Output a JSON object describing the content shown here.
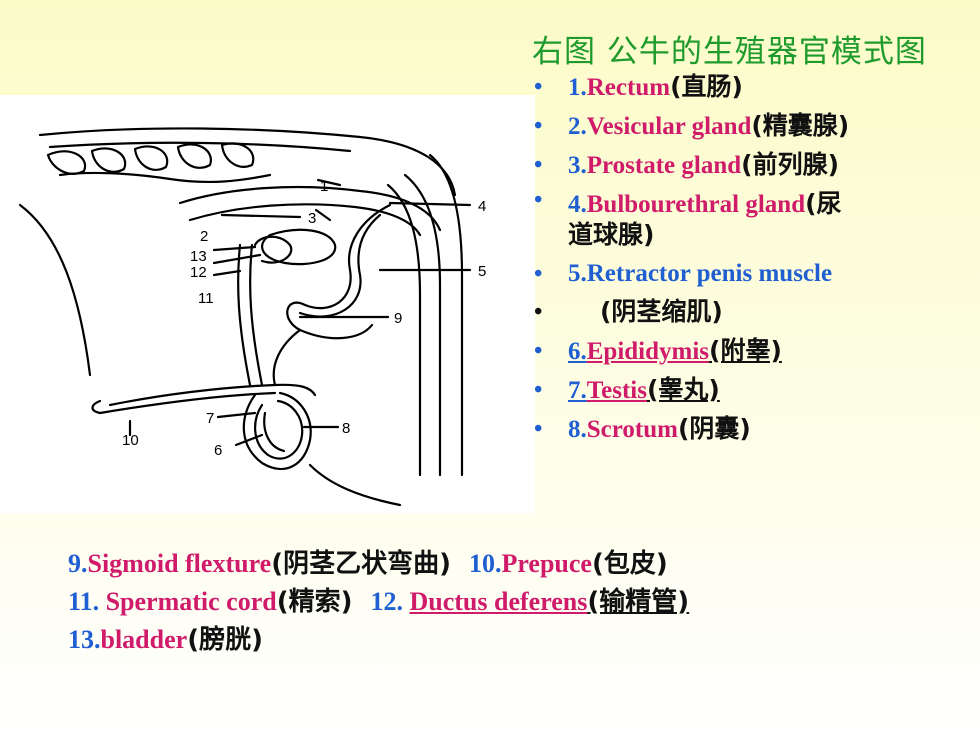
{
  "title": "右图 公牛的生殖器官模式图",
  "list": [
    {
      "num": "1.",
      "en": "Rectum",
      "cn": "(直肠)"
    },
    {
      "num": "2.",
      "en": "Vesicular gland",
      "cn": "(精囊腺)"
    },
    {
      "num": "3.",
      "en": "Prostate gland",
      "cn": "(前列腺)"
    },
    {
      "num": "4.",
      "en": "Bulbourethral gland",
      "cn": "(尿",
      "cn2": "道球腺)"
    },
    {
      "num": "5.",
      "en": "Retractor penis muscle"
    },
    {
      "cn": "(阴茎缩肌)"
    },
    {
      "num": "6.",
      "en": "Epididymis",
      "cn": "(附睾)"
    },
    {
      "num": "7.",
      "en": "Testis",
      "cn": "(睾丸)"
    },
    {
      "num": "8.",
      "en": "Scrotum",
      "cn": "(阴囊)"
    }
  ],
  "bottom": {
    "row1": [
      {
        "num": "9.",
        "en": "Sigmoid flexture",
        "cn": "(阴茎乙状弯曲)"
      },
      {
        "num": "10.",
        "en": "Prepuce",
        "cn": "(包皮)"
      }
    ],
    "row2": [
      {
        "num": "11. ",
        "en": "Spermatic cord",
        "cn": "(精索)"
      },
      {
        "num": "12. ",
        "en": "Ductus deferens",
        "cn": "(输精管)"
      }
    ],
    "row3": [
      {
        "num": "13.",
        "en": "bladder",
        "cn": "(膀胱)"
      }
    ]
  },
  "diagram_labels": [
    "1",
    "2",
    "3",
    "4",
    "5",
    "6",
    "7",
    "8",
    "9",
    "10",
    "11",
    "12",
    "13"
  ]
}
